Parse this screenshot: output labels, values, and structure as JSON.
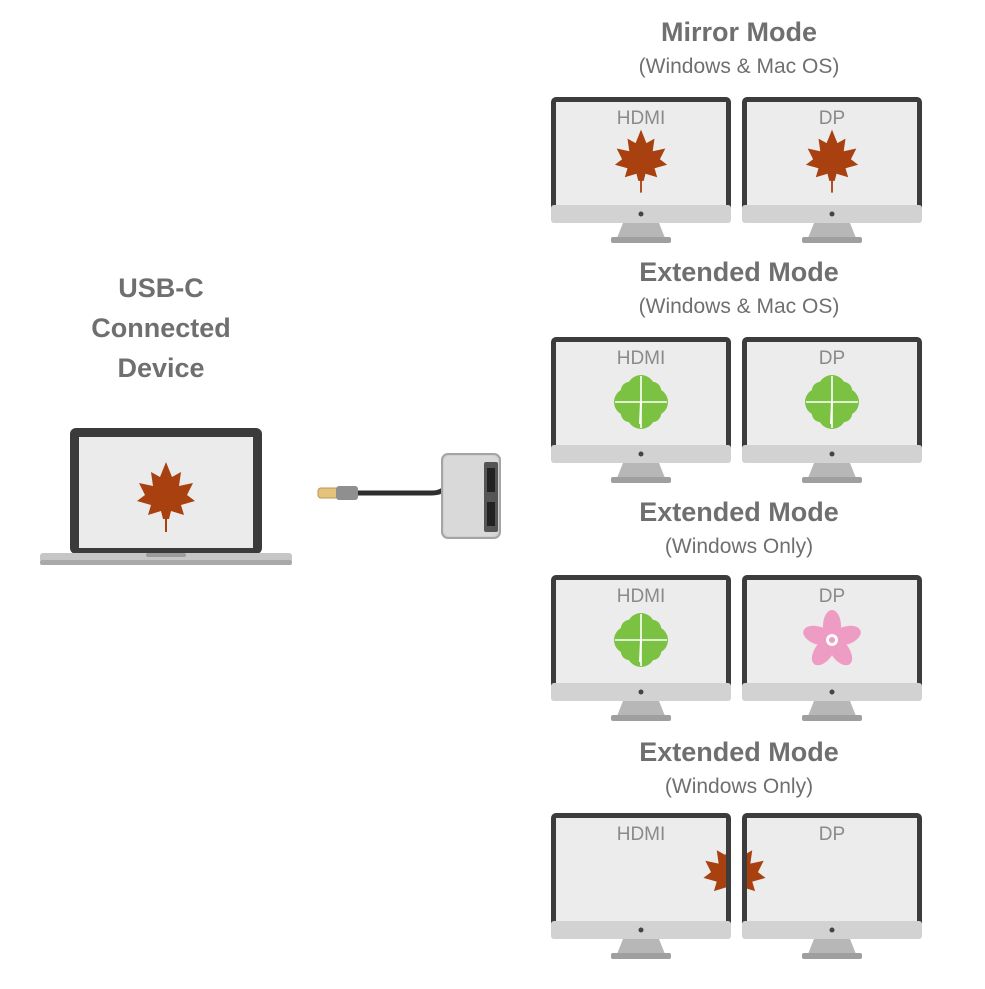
{
  "device": {
    "title_lines": [
      "USB-C",
      "Connected",
      "Device"
    ]
  },
  "modes": [
    {
      "title": "Mirror Mode",
      "subtitle": "(Windows & Mac OS)",
      "left_label": "HDMI",
      "right_label": "DP",
      "left_icon": "maple-leaf-icon",
      "right_icon": "maple-leaf-icon"
    },
    {
      "title": "Extended Mode",
      "subtitle": "(Windows & Mac OS)",
      "left_label": "HDMI",
      "right_label": "DP",
      "left_icon": "clover-icon",
      "right_icon": "clover-icon"
    },
    {
      "title": "Extended Mode",
      "subtitle": "(Windows Only)",
      "left_label": "HDMI",
      "right_label": "DP",
      "left_icon": "clover-icon",
      "right_icon": "flower-icon"
    },
    {
      "title": "Extended Mode",
      "subtitle": "(Windows Only)",
      "left_label": "HDMI",
      "right_label": "DP",
      "left_icon": "split-leaf-left-icon",
      "right_icon": "split-leaf-right-icon"
    }
  ],
  "colors": {
    "leaf": "#a8400f",
    "clover": "#7cc242",
    "flower": "#ef9cc4",
    "text": "#6f6f6f"
  }
}
